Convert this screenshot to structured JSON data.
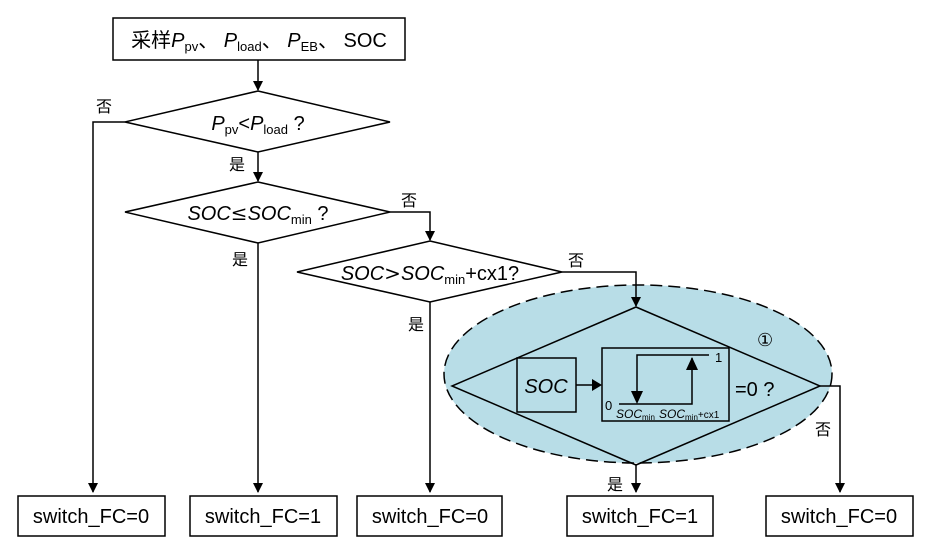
{
  "start_box": {
    "prefix": "采样",
    "items": [
      {
        "symbol": "P",
        "sub": "pv",
        "sep": "、"
      },
      {
        "symbol": "P",
        "sub": "load",
        "sep": "、"
      },
      {
        "symbol": "P",
        "sub": "EB",
        "sep": "、"
      }
    ],
    "tail": "SOC"
  },
  "decision1": {
    "lhs": "P",
    "lhs_sub": "pv",
    "op": "<",
    "rhs": "P",
    "rhs_sub": "load",
    "q": "?"
  },
  "decision2": {
    "lhs": "SOC",
    "op": "≤",
    "rhs": "SOC",
    "rhs_sub": "min",
    "q": "?"
  },
  "decision3": {
    "lhs": "SOC",
    "op": ">",
    "rhs": "SOC",
    "rhs_sub": "min",
    "suffix": "+cx1?"
  },
  "decision4": {
    "marker": "①",
    "input_label": "SOC",
    "hysteresis": {
      "y_high": "1",
      "y_low": "0",
      "x1": "SOC",
      "x1_sub": "min",
      "x2": "SOC",
      "x2_sub": "min",
      "x2_suffix": "+cx1"
    },
    "condition": "=0 ?",
    "highlight_color": "#b8dde7"
  },
  "labels": {
    "yes": "是",
    "no": "否"
  },
  "outputs": [
    {
      "label": "switch_FC=0"
    },
    {
      "label": "switch_FC=1"
    },
    {
      "label": "switch_FC=0"
    },
    {
      "label": "switch_FC=1"
    },
    {
      "label": "switch_FC=0"
    }
  ]
}
